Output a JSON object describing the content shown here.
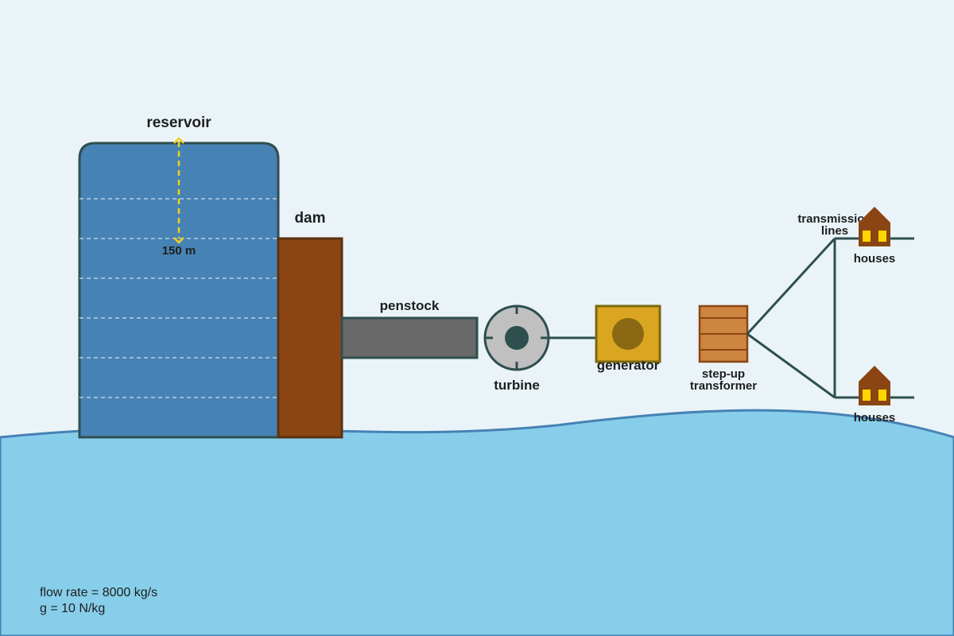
{
  "labels": {
    "reservoir": "reservoir",
    "height": "150 m",
    "dam": "dam",
    "penstock": "penstock",
    "turbine": "turbine",
    "generator": "generator",
    "transformer_line1": "step-up",
    "transformer_line2": "transformer",
    "transmission_line1": "transmission",
    "transmission_line2": "lines",
    "houses_top": "houses",
    "houses_bottom": "houses"
  },
  "notes": {
    "flow_rate": "flow rate = 8000 kg/s",
    "gravity": "g = 10 N/kg"
  },
  "colors": {
    "water": "#4682b4",
    "ground_water": "#87ceeb",
    "dam": "#8b4513",
    "penstock": "#696969",
    "turbine": "#c0c0c0",
    "generator": "#daa520",
    "transformer": "#cd853f",
    "wire": "#2f4f4f",
    "height_marker": "#f0d020",
    "house": "#8b4513",
    "window": "#ffd700"
  }
}
